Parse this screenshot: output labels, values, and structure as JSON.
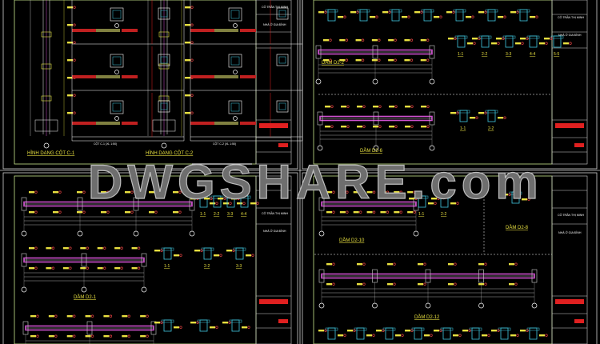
{
  "watermark": "DWGSHARE.com",
  "colors": {
    "background": "#000000",
    "frame": "#c8e68c",
    "border": "#d0d0d0",
    "beam": "#d050d0",
    "section": "#40c8e0",
    "label": "#e8e040",
    "table_red": "#e02020"
  },
  "title_block": {
    "owner": "CÔ TRẦN THỊ MINH",
    "project": "NHÀ Ở GIA ĐÌNH"
  },
  "sheets": [
    {
      "id": "columns",
      "drawings": [
        {
          "title": "HÌNH DẠNG CỘT C-1",
          "subtitle": "CỘT C-1 (XL 1:50)"
        },
        {
          "title": "HÌNH DẠNG CỘT C-2",
          "subtitle": "CỘT C-2 (XL 1:50)"
        }
      ]
    },
    {
      "id": "beams-a",
      "beams": [
        {
          "title": "DẦM D2-2"
        },
        {
          "title": "DẦM D2-6"
        }
      ],
      "sections": [
        "1-1",
        "2-2",
        "3-3",
        "4-4",
        "5-5"
      ],
      "sections2": [
        "1-1",
        "2-2"
      ]
    },
    {
      "id": "beams-b",
      "beams": [
        {
          "title": "DẦM D2-1"
        }
      ],
      "sections": [
        "1-1",
        "2-2",
        "3-3",
        "4-4"
      ]
    },
    {
      "id": "beams-c",
      "beams": [
        {
          "title": "DẦM D2-10"
        },
        {
          "title": "DẦM D2-8"
        },
        {
          "title": "DẦM D2-12"
        }
      ],
      "sections": [
        "1-1",
        "2-2"
      ]
    }
  ]
}
